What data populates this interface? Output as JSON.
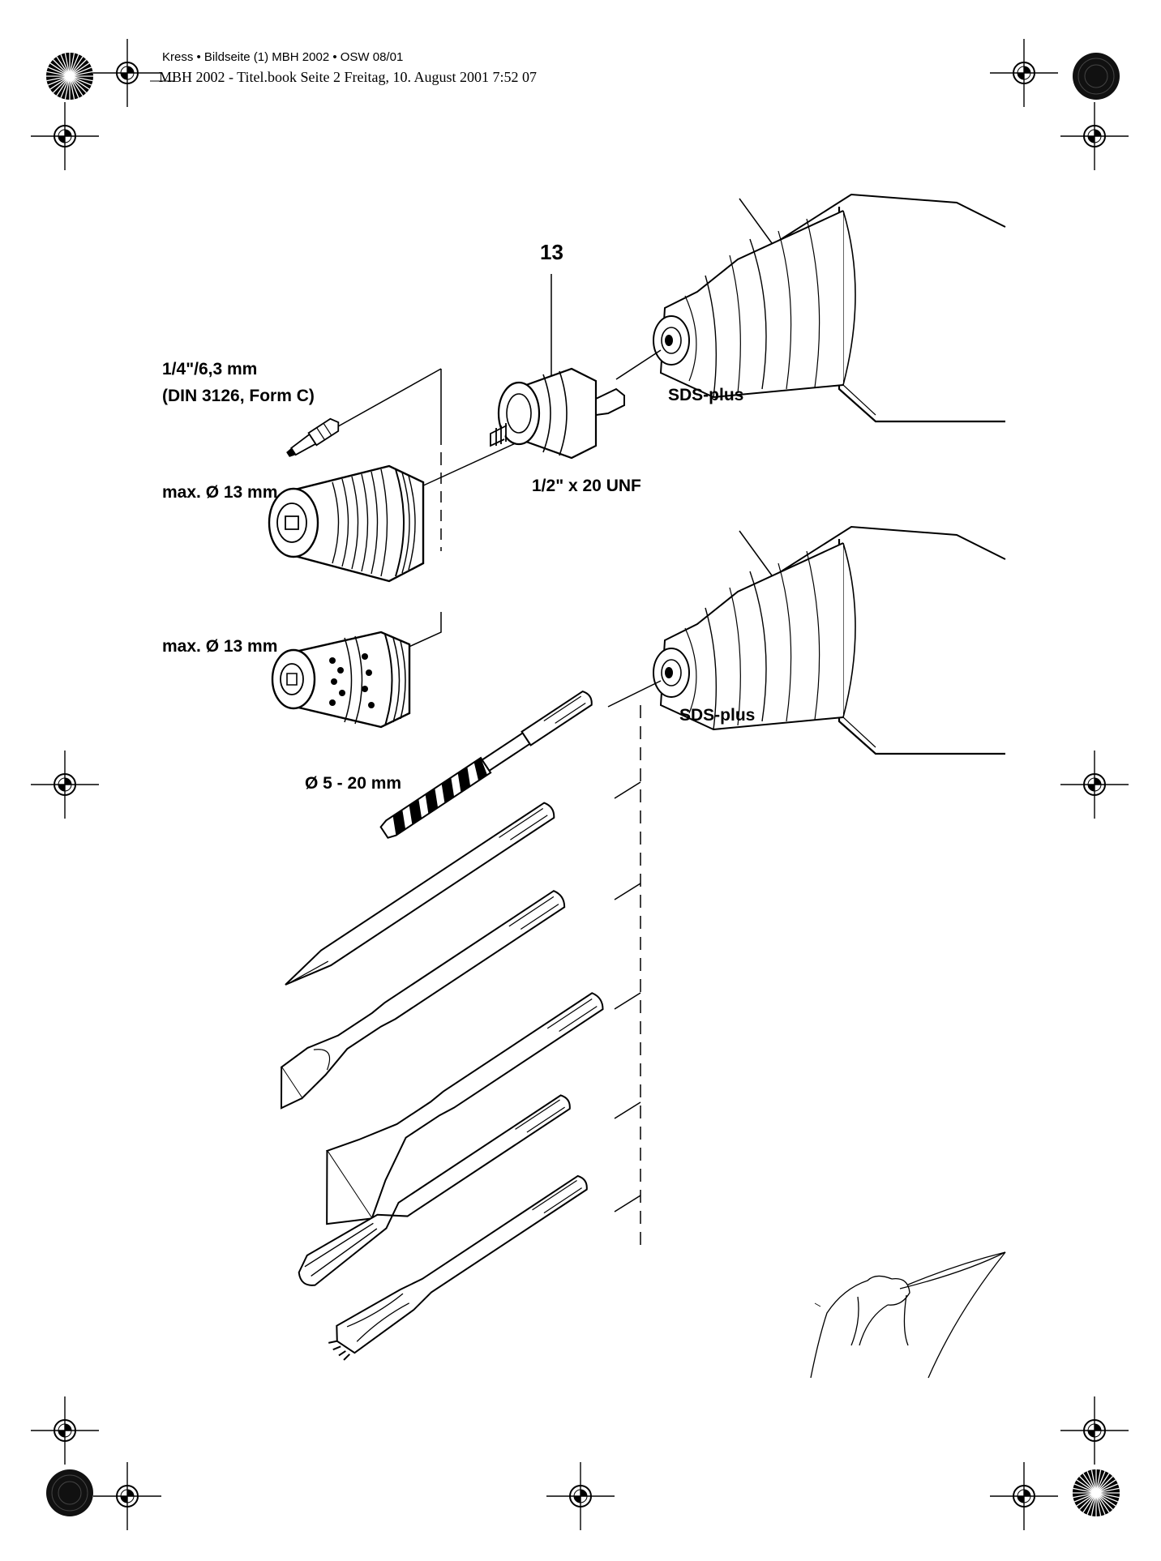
{
  "header": {
    "line1": "Kress • Bildseite (1) MBH 2002 • OSW 08/01",
    "line2": "MBH 2002 - Titel.book Seite 2 Freitag, 10. August 2001 7:52 07"
  },
  "callout": {
    "number": "13"
  },
  "labels": {
    "bit_size": "1/4\"/6,3 mm",
    "bit_standard": "(DIN 3126, Form C)",
    "thread": "1/2\" x 20 UNF",
    "sds_top": "SDS-plus",
    "sds_bottom": "SDS-plus",
    "keyless_chuck": "max. Ø 13 mm",
    "key_chuck": "max. Ø 13 mm",
    "drill_range": "Ø 5 - 20 mm"
  },
  "icons": [
    "registration-mark-icon",
    "starburst-target-icon",
    "solid-disc-target-icon",
    "drill-head-icon",
    "chuck-adapter-icon",
    "keyless-chuck-icon",
    "key-chuck-icon",
    "screwdriver-bit-icon",
    "drill-bit-icon",
    "point-chisel-icon",
    "flat-chisel-icon",
    "spade-chisel-icon",
    "gouge-chisel-icon",
    "toothed-chisel-icon",
    "hand-page-turn-icon"
  ],
  "colors": {
    "ink": "#000000",
    "paper": "#ffffff",
    "shade": "#e6e6e6"
  }
}
